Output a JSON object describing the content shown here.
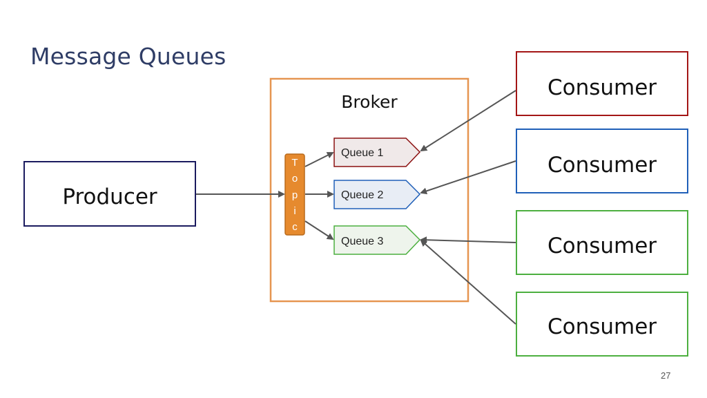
{
  "slide": {
    "title": "Message Queues",
    "page_number": "27"
  },
  "diagram": {
    "producer": "Producer",
    "broker": "Broker",
    "topic_letters": [
      "T",
      "o",
      "p",
      "i",
      "c"
    ],
    "queues": [
      {
        "label": "Queue 1",
        "fill": "#f0e9e9",
        "stroke": "#8b1010"
      },
      {
        "label": "Queue 2",
        "fill": "#e8edf5",
        "stroke": "#1f5fb8"
      },
      {
        "label": "Queue 3",
        "fill": "#eef4ec",
        "stroke": "#4caf3f"
      }
    ],
    "consumers": [
      {
        "label": "Consumer",
        "stroke": "#a31515"
      },
      {
        "label": "Consumer",
        "stroke": "#1f5fb8"
      },
      {
        "label": "Consumer",
        "stroke": "#4caf3f"
      },
      {
        "label": "Consumer",
        "stroke": "#4caf3f"
      }
    ],
    "colors": {
      "producer_border": "#1a1a5e",
      "broker_border": "#e69550",
      "topic_fill": "#e68a2e",
      "arrow": "#555555"
    }
  }
}
